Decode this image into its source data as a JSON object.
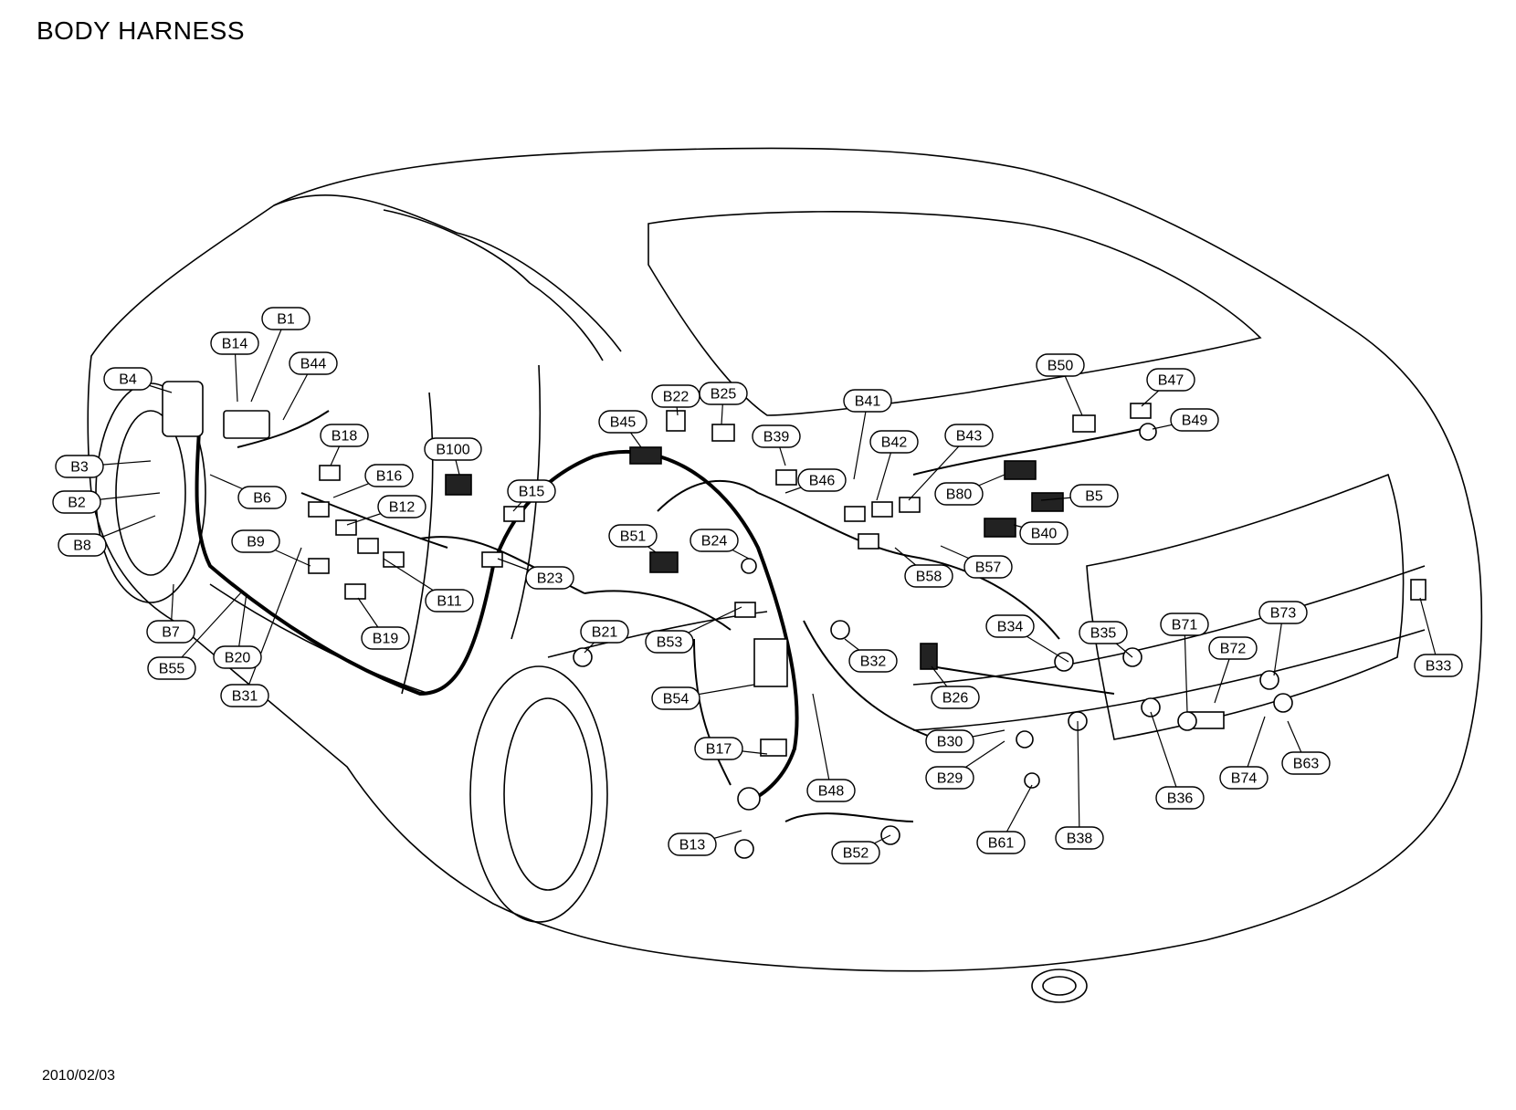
{
  "title": "BODY HARNESS",
  "date": "2010/02/03",
  "connectors": [
    "B1",
    "B2",
    "B3",
    "B4",
    "B5",
    "B6",
    "B7",
    "B8",
    "B9",
    "B11",
    "B12",
    "B13",
    "B14",
    "B15",
    "B16",
    "B17",
    "B18",
    "B19",
    "B20",
    "B21",
    "B22",
    "B23",
    "B24",
    "B25",
    "B26",
    "B29",
    "B30",
    "B31",
    "B32",
    "B33",
    "B34",
    "B35",
    "B36",
    "B38",
    "B39",
    "B40",
    "B41",
    "B42",
    "B43",
    "B44",
    "B45",
    "B46",
    "B47",
    "B48",
    "B49",
    "B50",
    "B51",
    "B52",
    "B53",
    "B54",
    "B55",
    "B57",
    "B58",
    "B61",
    "B63",
    "B71",
    "B72",
    "B73",
    "B74",
    "B80",
    "B100"
  ],
  "colors": {
    "line": "#000000",
    "background": "#ffffff"
  }
}
